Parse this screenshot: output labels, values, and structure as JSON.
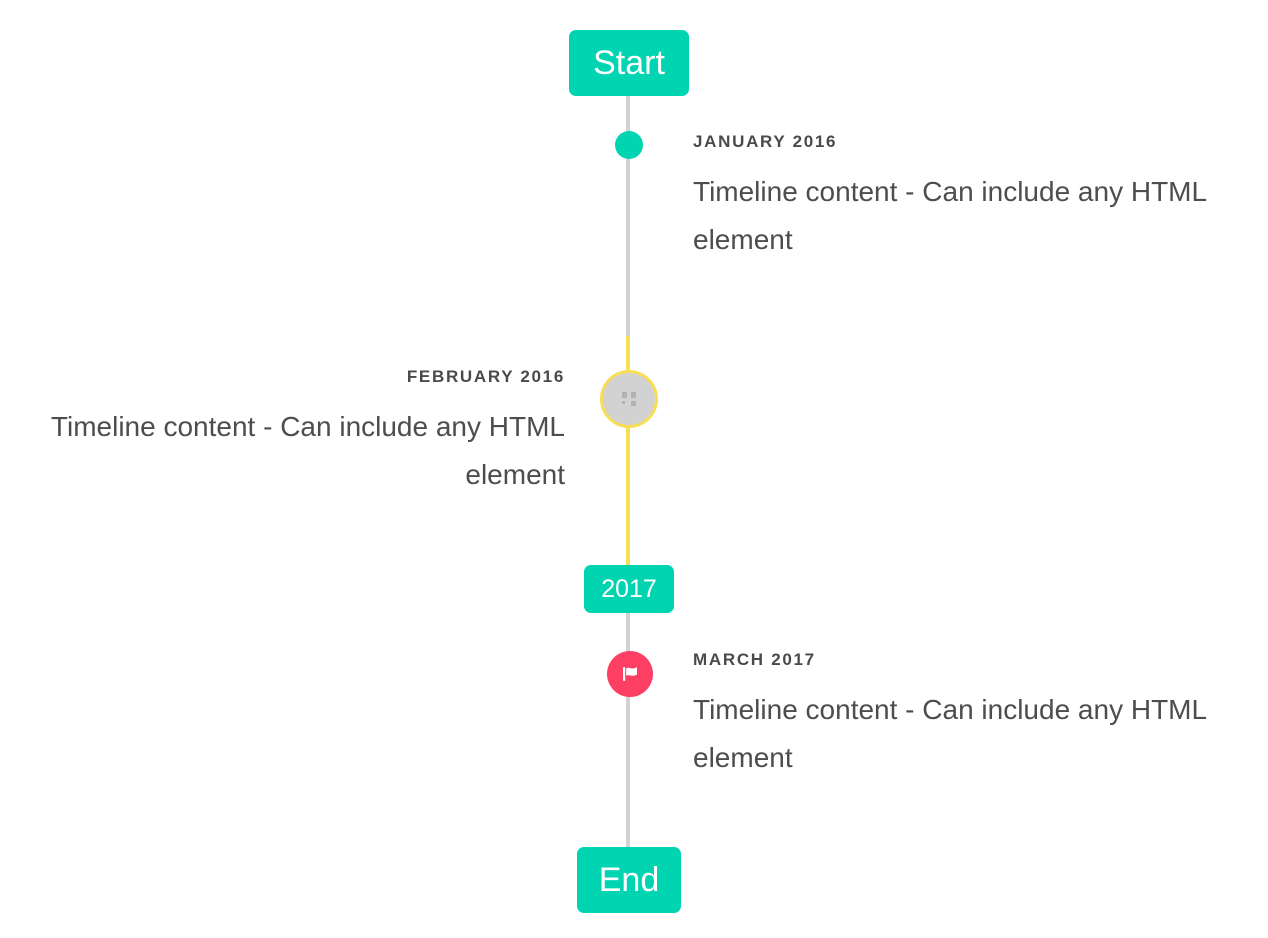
{
  "timeline": {
    "start_cap": {
      "label": "Start"
    },
    "year_cap": {
      "label": "2017"
    },
    "end_cap": {
      "label": "End"
    },
    "entries": [
      {
        "date": "JANUARY 2016",
        "content": "Timeline content - Can include any HTML element",
        "side": "right",
        "marker": "dot-icon"
      },
      {
        "date": "FEBRUARY 2016",
        "content": "Timeline content - Can include any HTML element",
        "side": "left",
        "marker": "broken-image-icon"
      },
      {
        "date": "MARCH 2017",
        "content": "Timeline content - Can include any HTML element",
        "side": "right",
        "marker": "flag-icon"
      }
    ]
  },
  "colors": {
    "accent_teal": "#00d4b1",
    "line_gray": "#d2d2d2",
    "line_yellow": "#f7df55",
    "marker_pink": "#fc3f63",
    "marker_gray": "#d2d2d2",
    "text_dark": "#4d4d4d",
    "background": "#ffffff"
  }
}
